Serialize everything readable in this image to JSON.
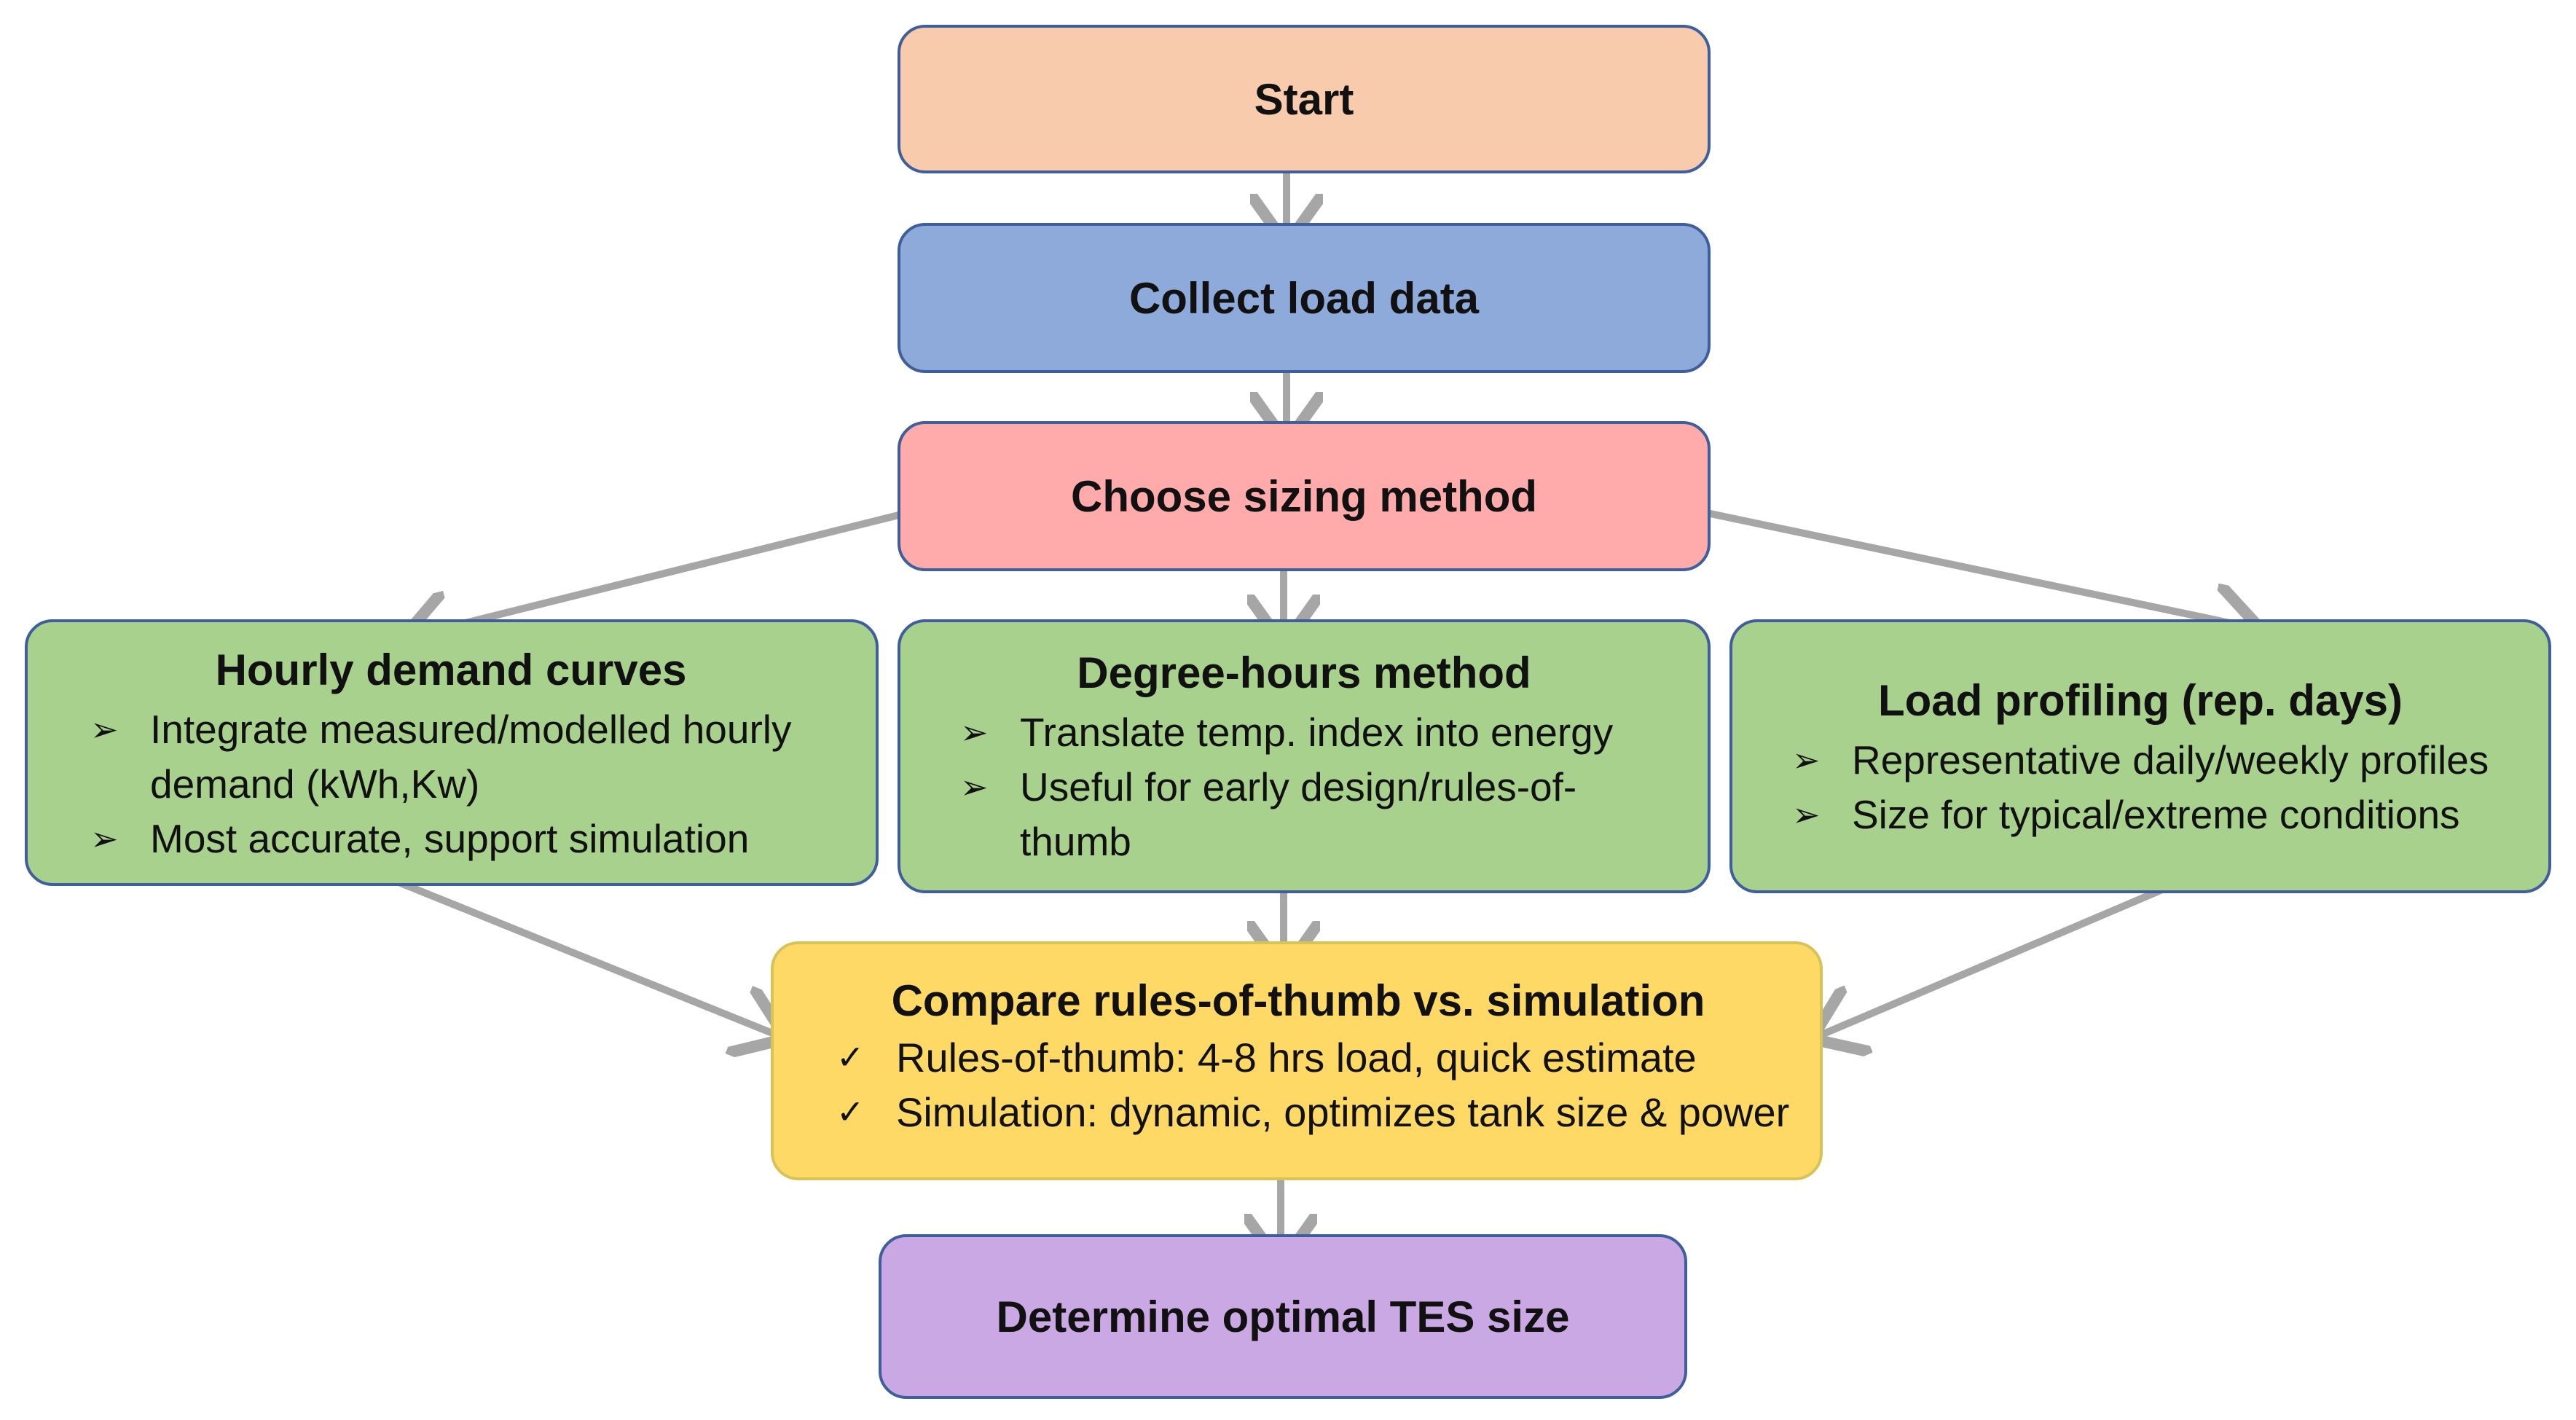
{
  "colors": {
    "start": "#f8cbad",
    "collect": "#8eaadb",
    "choose": "#ffabab",
    "method": "#a9d18e",
    "compare": "#ffd966",
    "determine": "#c9a8e3",
    "border": "#3f5e9b",
    "compare_border": "#d6c45a",
    "arrow": "#a6a6a6"
  },
  "start": {
    "label": "Start"
  },
  "collect": {
    "label": "Collect load data"
  },
  "choose": {
    "label": "Choose sizing method"
  },
  "hourly": {
    "title": "Hourly demand curves",
    "bullets": [
      {
        "mark": "➢",
        "text": "Integrate measured/modelled hourly demand (kWh,Kw)"
      },
      {
        "mark": "➢",
        "text": "Most accurate, support simulation"
      }
    ]
  },
  "degree": {
    "title": "Degree-hours method",
    "bullets": [
      {
        "mark": "➢",
        "text": "Translate temp. index into energy"
      },
      {
        "mark": "➢",
        "text": "Useful for early design/rules-of-thumb"
      }
    ]
  },
  "profile": {
    "title": "Load profiling (rep. days)",
    "bullets": [
      {
        "mark": "➢",
        "text": "Representative daily/weekly profiles"
      },
      {
        "mark": "➢",
        "text": "Size for typical/extreme conditions"
      }
    ]
  },
  "compare": {
    "title": "Compare rules-of-thumb vs. simulation",
    "bullets": [
      {
        "mark": "✓",
        "text": "Rules-of-thumb: 4-8 hrs load, quick estimate"
      },
      {
        "mark": "✓",
        "text": "Simulation: dynamic, optimizes tank size & power"
      }
    ]
  },
  "determine": {
    "label": "Determine optimal TES size"
  }
}
